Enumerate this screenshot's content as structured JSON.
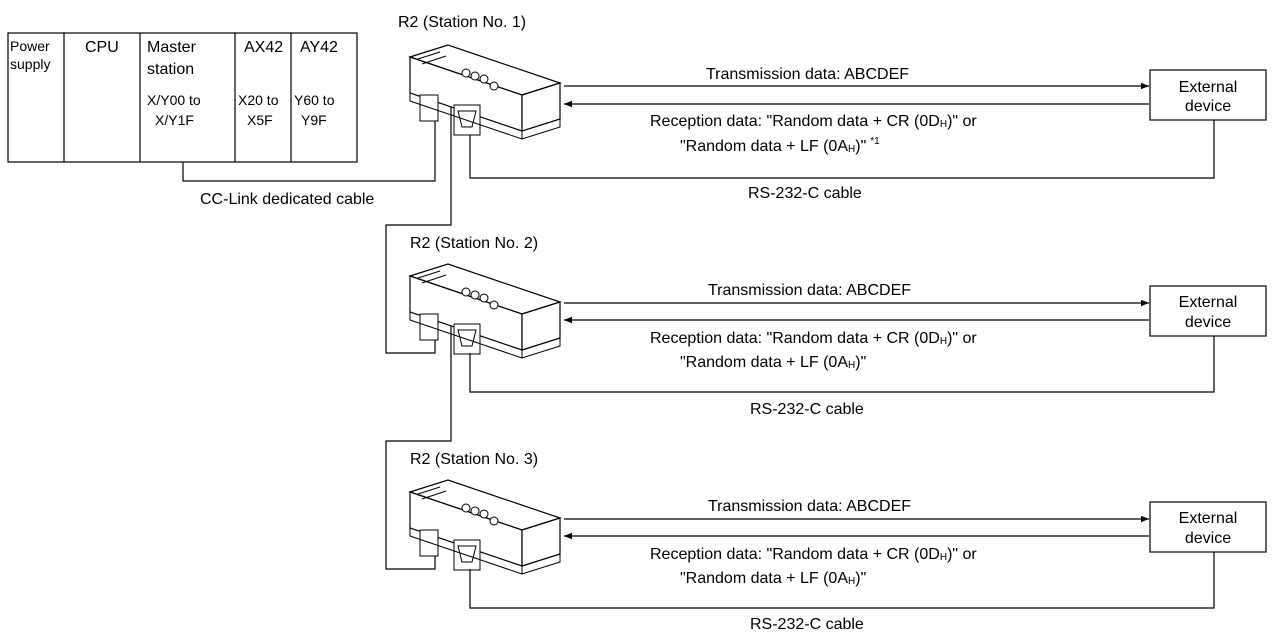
{
  "plc": {
    "power_supply_line1": "Power",
    "power_supply_line2": "supply",
    "cpu": "CPU",
    "master_line1": "Master",
    "master_line2": "station",
    "master_addr_line1": "X/Y00 to",
    "master_addr_line2": "X/Y1F",
    "ax42": "AX42",
    "ax42_addr_line1": "X20 to",
    "ax42_addr_line2": "X5F",
    "ay42": "AY42",
    "ay42_addr_line1": "Y60 to",
    "ay42_addr_line2": "Y9F"
  },
  "cc_link_cable_label": "CC-Link dedicated cable",
  "stations": [
    {
      "title": "R2 (Station No. 1)",
      "tx_label": "Transmission data: ABCDEF",
      "rx1_pre": "Reception data: \"Random data + CR (0D",
      "rx1_sub": "H",
      "rx1_post": ")\" or",
      "rx2_pre": "\"Random data + LF (0A",
      "rx2_sub": "H",
      "rx2_post": ")\"",
      "note_mark": "*1",
      "external_line1": "External",
      "external_line2": "device",
      "cable_label": "RS-232-C cable"
    },
    {
      "title": "R2 (Station No. 2)",
      "tx_label": "Transmission data: ABCDEF",
      "rx1_pre": "Reception data: \"Random data + CR (0D",
      "rx1_sub": "H",
      "rx1_post": ")\" or",
      "rx2_pre": "\"Random data + LF (0A",
      "rx2_sub": "H",
      "rx2_post": ")\"",
      "note_mark": "",
      "external_line1": "External",
      "external_line2": "device",
      "cable_label": "RS-232-C cable"
    },
    {
      "title": "R2 (Station No. 3)",
      "tx_label": "Transmission data: ABCDEF",
      "rx1_pre": "Reception data: \"Random data + CR (0D",
      "rx1_sub": "H",
      "rx1_post": ")\" or",
      "rx2_pre": "\"Random data + LF (0A",
      "rx2_sub": "H",
      "rx2_post": ")\"",
      "note_mark": "",
      "external_line1": "External",
      "external_line2": "device",
      "cable_label": "RS-232-C cable"
    }
  ]
}
